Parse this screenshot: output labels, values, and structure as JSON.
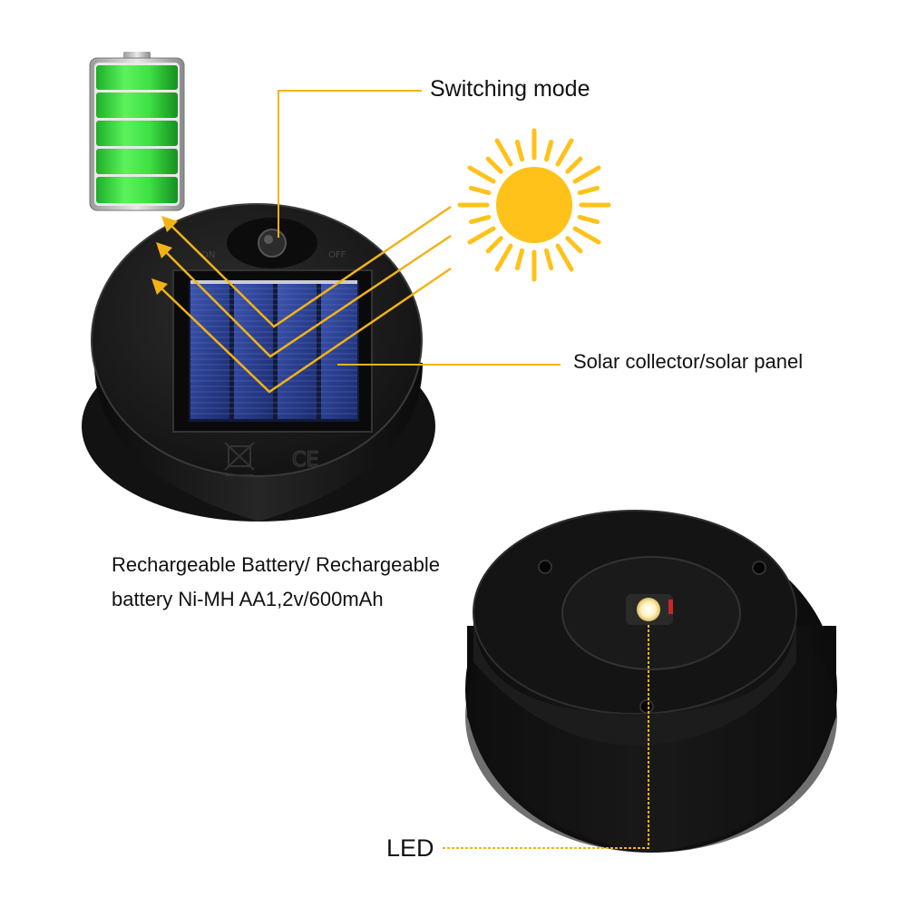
{
  "labels": {
    "switching_mode": "Switching mode",
    "solar_panel": "Solar collector/solar panel",
    "battery_line1": "Rechargeable Battery/ Rechargeable",
    "battery_line2": "battery Ni-MH AA1,2v/600mAh",
    "led": "LED"
  },
  "markings": {
    "on": "ON",
    "off": "OFF",
    "ce": "CE"
  },
  "colors": {
    "callout_line": "#F2B315",
    "sun": "#FFC21A",
    "battery_green": "#2FD33A",
    "solar_cell": "#2A3F8F",
    "housing": "#151515",
    "led": "#FFF3C4"
  },
  "battery_level": 1.0
}
